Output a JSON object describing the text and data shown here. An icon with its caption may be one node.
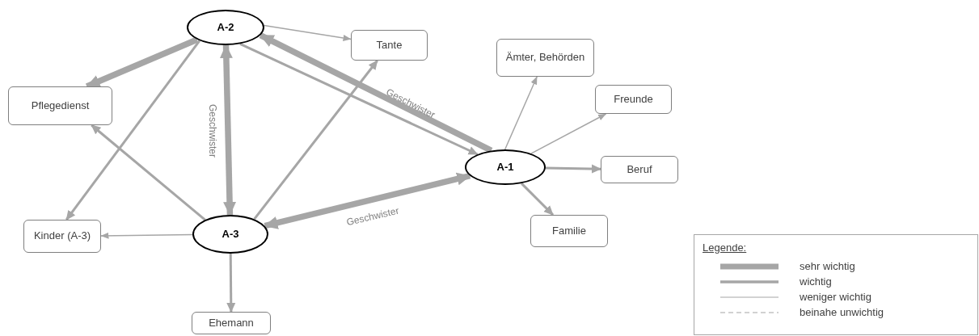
{
  "diagram": {
    "nodes": [
      {
        "text": [
          "A-2"
        ]
      },
      {
        "text": [
          "Tante"
        ]
      },
      {
        "text": [
          "Ämter, Behörden"
        ]
      },
      {
        "text": [
          "Pflegedienst"
        ]
      },
      {
        "text": [
          "Freunde"
        ]
      },
      {
        "text": [
          "A-1"
        ]
      },
      {
        "text": [
          "Beruf"
        ]
      },
      {
        "text": [
          "Kinder (A-3)"
        ]
      },
      {
        "text": [
          "A-3"
        ]
      },
      {
        "text": [
          "Familie"
        ]
      },
      {
        "text": [
          "Ehemann"
        ]
      }
    ],
    "edges": [
      {
        "from": 0,
        "to": 3,
        "arrow": "to",
        "style": "thick"
      },
      {
        "from": 0,
        "to": 1,
        "arrow": "to"
      },
      {
        "from": 0,
        "to": 7,
        "arrow": "to"
      },
      {
        "from": 0,
        "to": 8,
        "arrow": "both",
        "style": "thick",
        "label": "Geschwister"
      },
      {
        "from": 0,
        "to": 5,
        "arrow": "to"
      },
      {
        "from": 5,
        "to": 0,
        "arrow": "to",
        "style": "thick",
        "label": "Geschwister"
      },
      {
        "from": 8,
        "to": 3,
        "arrow": "to"
      },
      {
        "from": 8,
        "to": 1,
        "arrow": "to"
      },
      {
        "from": 8,
        "to": 7,
        "arrow": "to"
      },
      {
        "from": 8,
        "to": 5,
        "arrow": "both",
        "style": "thick",
        "label": "Geschwister"
      },
      {
        "from": 8,
        "to": 10,
        "arrow": "to"
      },
      {
        "from": 5,
        "to": 2,
        "arrow": "to"
      },
      {
        "from": 5,
        "to": 4,
        "arrow": "to"
      },
      {
        "from": 5,
        "to": 6,
        "arrow": "to"
      },
      {
        "from": 5,
        "to": 9,
        "arrow": "to"
      }
    ],
    "labels": [
      "Legende:"
    ],
    "legend": [
      {
        "text": "sehr wichtig"
      },
      {
        "text": "wichtig"
      },
      {
        "text": "weniger wichtig"
      },
      {
        "text": "beinahe unwichtig"
      }
    ]
  }
}
